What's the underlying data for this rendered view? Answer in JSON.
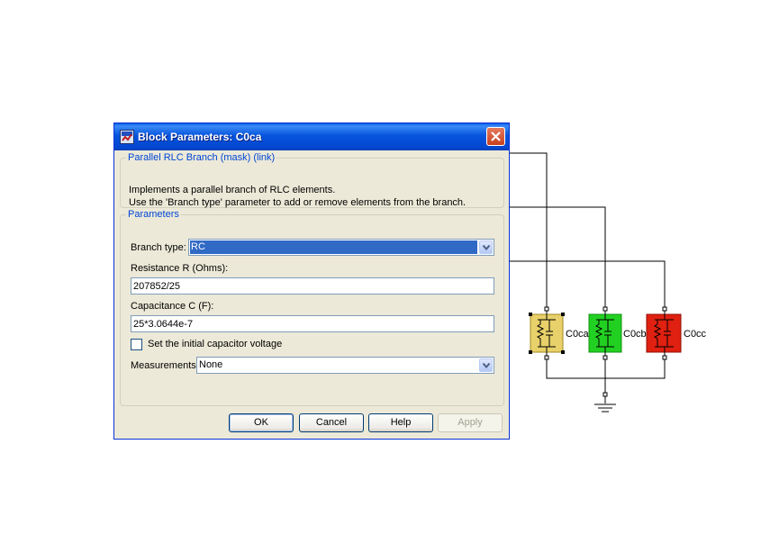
{
  "window": {
    "title": "Block Parameters: C0ca"
  },
  "description": {
    "legend": "Parallel RLC Branch (mask) (link)",
    "line1": "Implements a parallel branch of RLC elements.",
    "line2": "Use the 'Branch type' parameter to add or remove elements from the branch."
  },
  "parameters": {
    "legend": "Parameters",
    "branch_type_label": "Branch type:",
    "branch_type_value": "RC",
    "resistance_label": "Resistance R (Ohms):",
    "resistance_value": "207852/25",
    "capacitance_label": "Capacitance C (F):",
    "capacitance_value": "25*3.0644e-7",
    "initial_voltage_label": "Set the initial capacitor voltage",
    "initial_voltage_checked": false,
    "measurements_label": "Measurements",
    "measurements_value": "None"
  },
  "buttons": {
    "ok": "OK",
    "cancel": "Cancel",
    "help": "Help",
    "apply": "Apply"
  },
  "diagram": {
    "blocks": [
      {
        "label": "C0ca",
        "color": "#e8d06a"
      },
      {
        "label": "C0cb",
        "color": "#22d022"
      },
      {
        "label": "C0cc",
        "color": "#e02010"
      }
    ]
  },
  "colors": {
    "titlebar": "#0754dd",
    "selection": "#316ac5",
    "legend_text": "#0046d5"
  }
}
